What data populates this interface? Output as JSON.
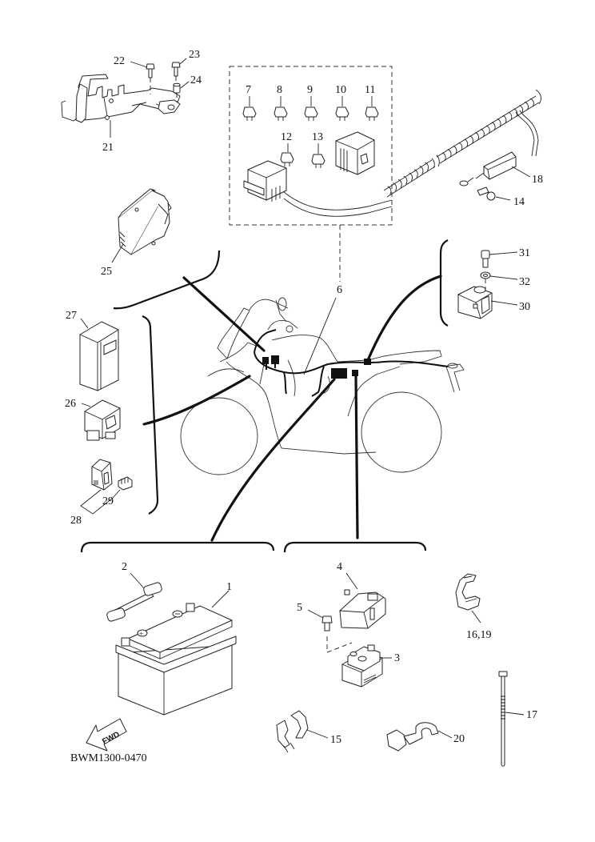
{
  "diagram": {
    "title": "Electrical parts exploded view",
    "drawing_code": "BWM1300-0470",
    "fwd_arrow_label": "FWD",
    "callouts": {
      "p1": "1",
      "p2": "2",
      "p3": "3",
      "p4": "4",
      "p5": "5",
      "p6": "6",
      "p7": "7",
      "p8": "8",
      "p9": "9",
      "p10": "10",
      "p11": "11",
      "p12": "12",
      "p13": "13",
      "p14": "14",
      "p15": "15",
      "p16_19": "16,19",
      "p17": "17",
      "p18": "18",
      "p20": "20",
      "p21": "21",
      "p22": "22",
      "p23": "23",
      "p24": "24",
      "p25": "25",
      "p26": "26",
      "p27": "27",
      "p28": "28",
      "p29": "29",
      "p30": "30",
      "p31": "31",
      "p32": "32"
    },
    "parts": [
      {
        "id": "1",
        "name": "battery"
      },
      {
        "id": "2",
        "name": "battery-band"
      },
      {
        "id": "3",
        "name": "starter-relay"
      },
      {
        "id": "4",
        "name": "relay-cover"
      },
      {
        "id": "5",
        "name": "bolt"
      },
      {
        "id": "6",
        "name": "wire-harness"
      },
      {
        "id": "7",
        "name": "fuse"
      },
      {
        "id": "8",
        "name": "fuse"
      },
      {
        "id": "9",
        "name": "fuse"
      },
      {
        "id": "10",
        "name": "fuse"
      },
      {
        "id": "11",
        "name": "fuse"
      },
      {
        "id": "12",
        "name": "fuse"
      },
      {
        "id": "13",
        "name": "fuse"
      },
      {
        "id": "14",
        "name": "bolt"
      },
      {
        "id": "15",
        "name": "clamp"
      },
      {
        "id": "16,19",
        "name": "clamp"
      },
      {
        "id": "17",
        "name": "cable-tie"
      },
      {
        "id": "18",
        "name": "ground-lead"
      },
      {
        "id": "20",
        "name": "clamp"
      },
      {
        "id": "21",
        "name": "bracket"
      },
      {
        "id": "22",
        "name": "bolt"
      },
      {
        "id": "23",
        "name": "bolt"
      },
      {
        "id": "24",
        "name": "collar"
      },
      {
        "id": "25",
        "name": "ecu"
      },
      {
        "id": "26",
        "name": "relay"
      },
      {
        "id": "27",
        "name": "relay"
      },
      {
        "id": "28",
        "name": "connector-assy"
      },
      {
        "id": "29",
        "name": "connector-cover"
      },
      {
        "id": "30",
        "name": "sensor"
      },
      {
        "id": "31",
        "name": "bolt"
      },
      {
        "id": "32",
        "name": "washer"
      }
    ]
  }
}
